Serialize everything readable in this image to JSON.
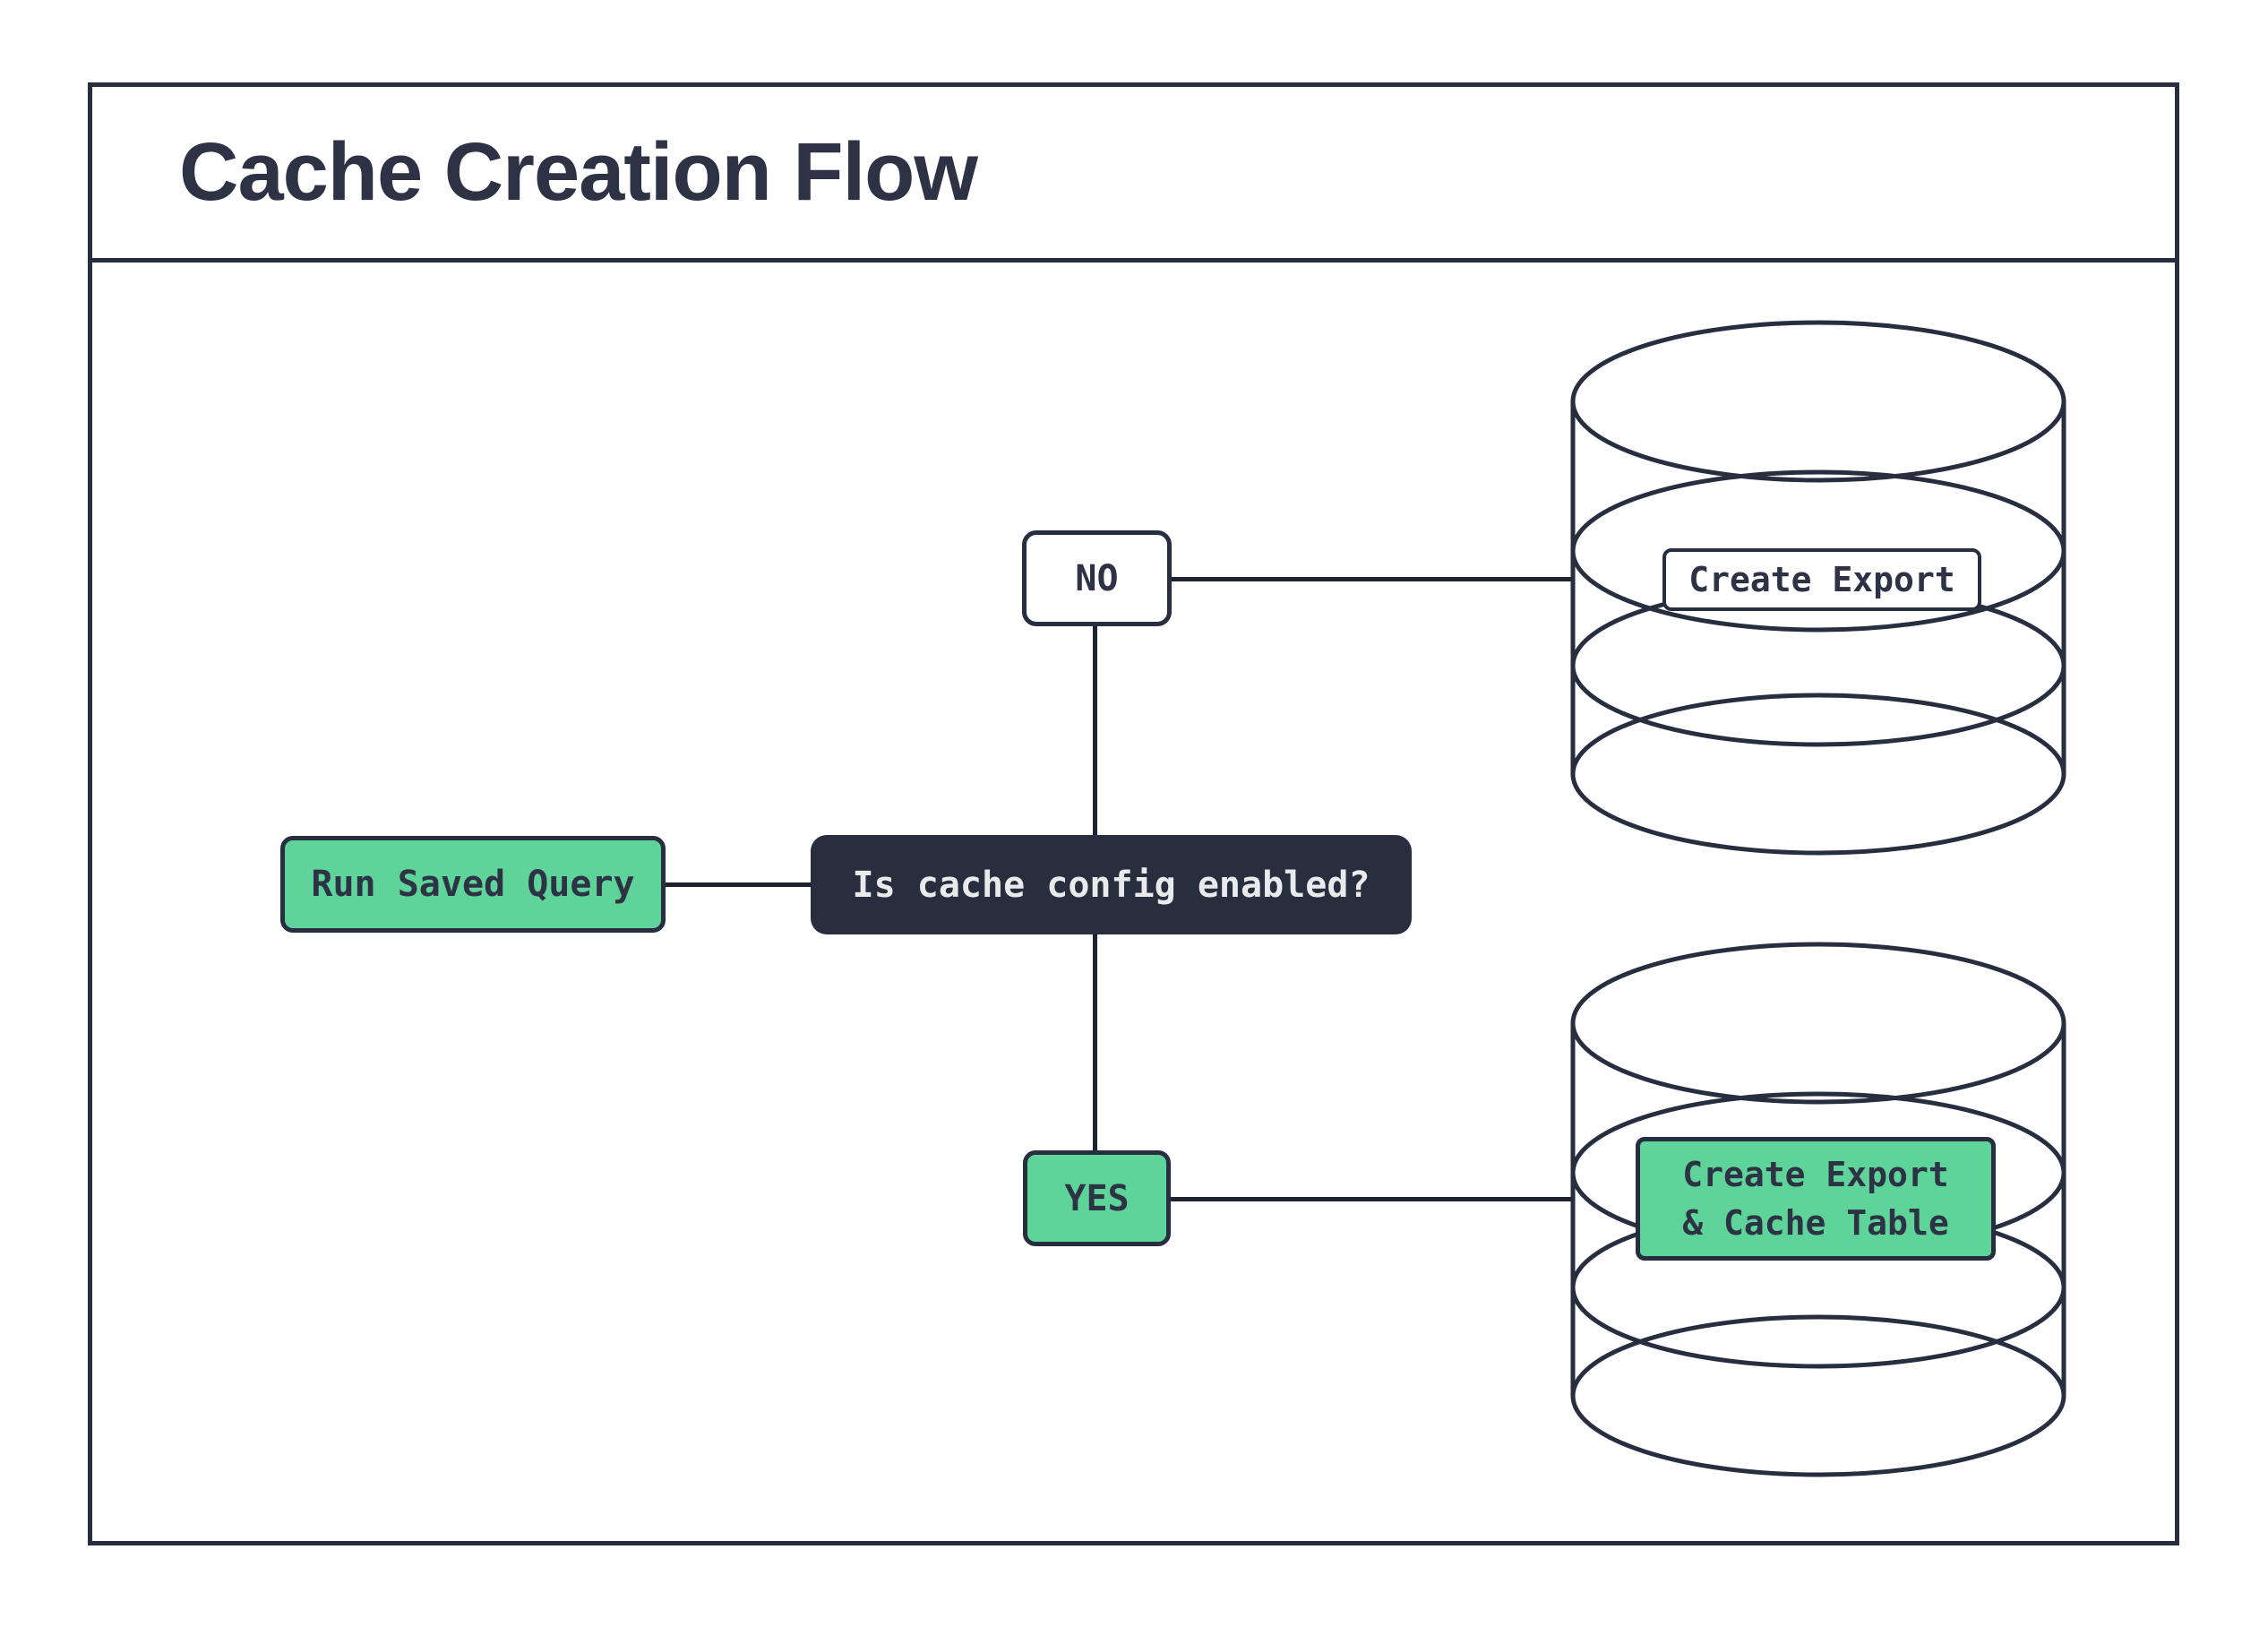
{
  "title": "Cache Creation Flow",
  "colors": {
    "ink": "#272e3f",
    "connector": "#1d2330",
    "green": "#5fd49a",
    "dark_node_fill": "#282e3d",
    "dark_node_text": "#e9eaec",
    "title_text": "#2d3344",
    "background": "#ffffff"
  },
  "nodes": {
    "run_saved_query": {
      "label": "Run Saved Query"
    },
    "question": {
      "label": "Is cache config enabled?"
    },
    "branch_no": {
      "label": "NO"
    },
    "branch_yes": {
      "label": "YES"
    },
    "export_db": {
      "icon": "database-icon",
      "label": "Create Export"
    },
    "export_cache_db": {
      "icon": "database-icon",
      "label_line1": "Create Export",
      "label_line2": "& Cache Table"
    }
  }
}
